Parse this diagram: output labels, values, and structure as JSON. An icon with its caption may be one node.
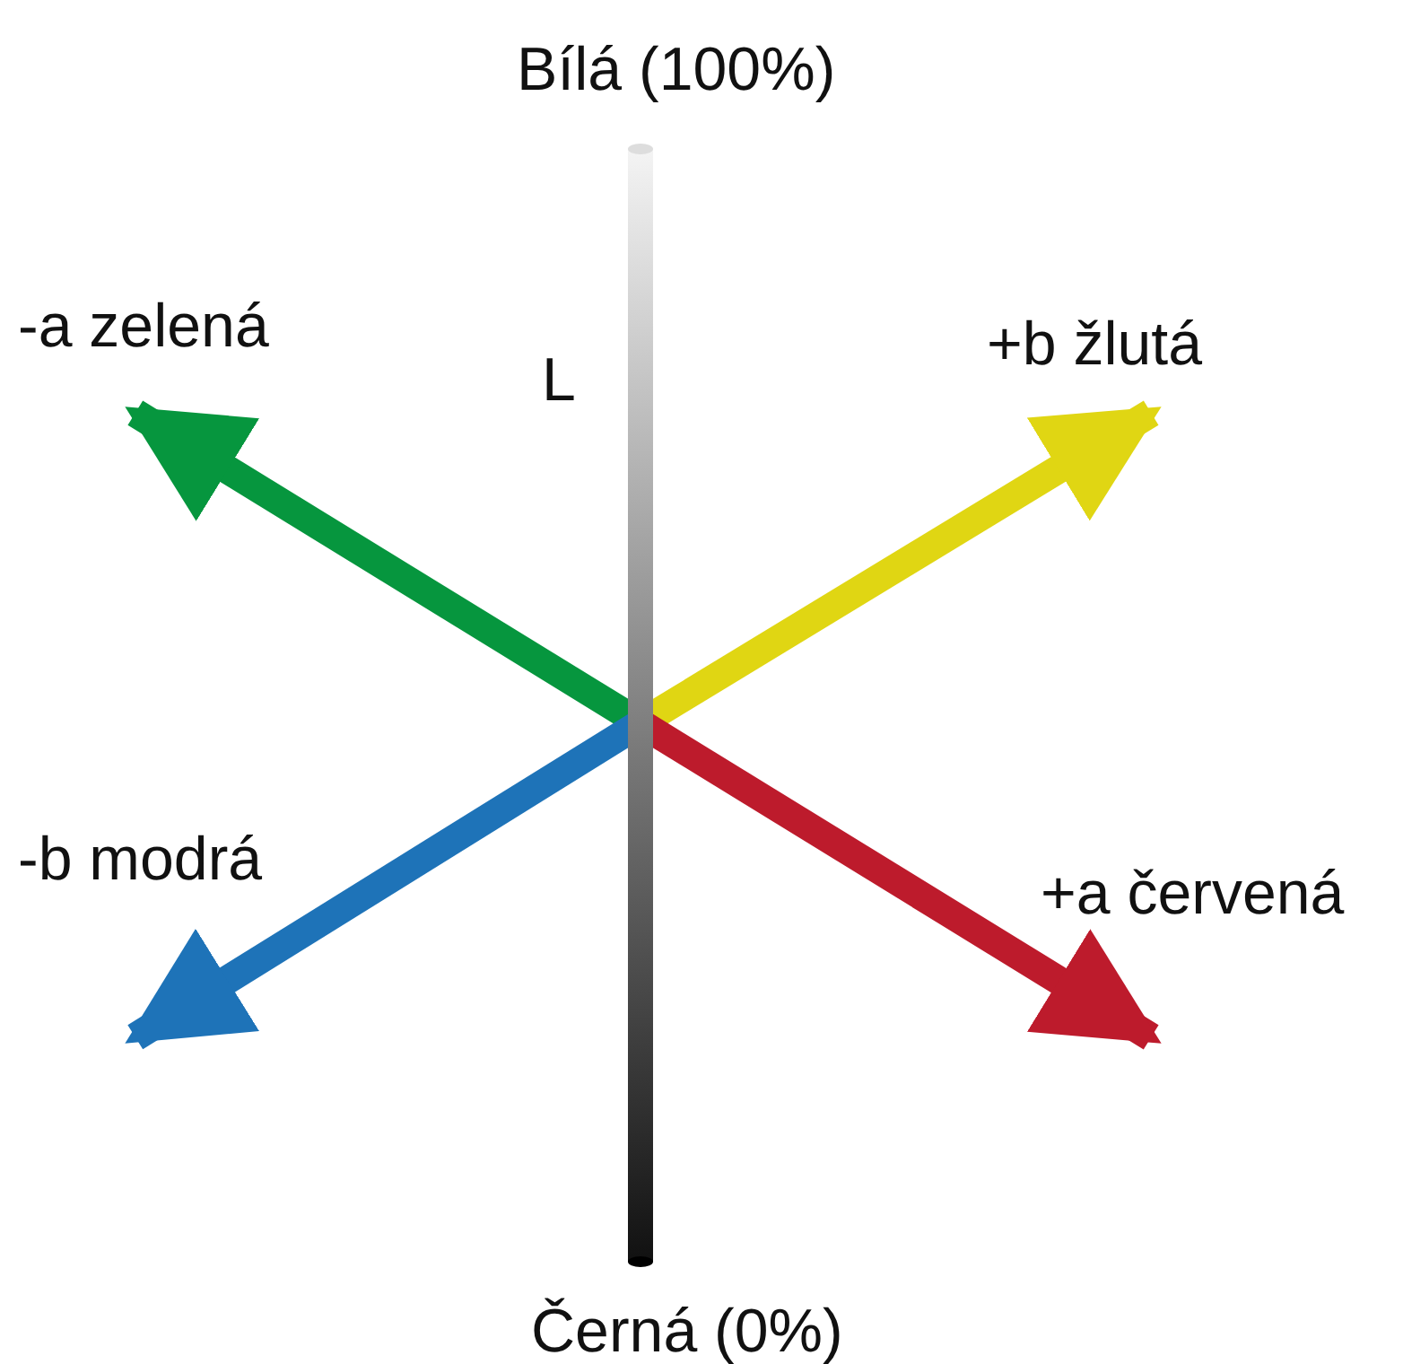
{
  "diagram": {
    "labels": [
      "Bílá (100%)",
      "-a zelená",
      "L",
      "+b žlutá",
      "-b modrá",
      "+a červená",
      "Černá (0%)"
    ]
  }
}
